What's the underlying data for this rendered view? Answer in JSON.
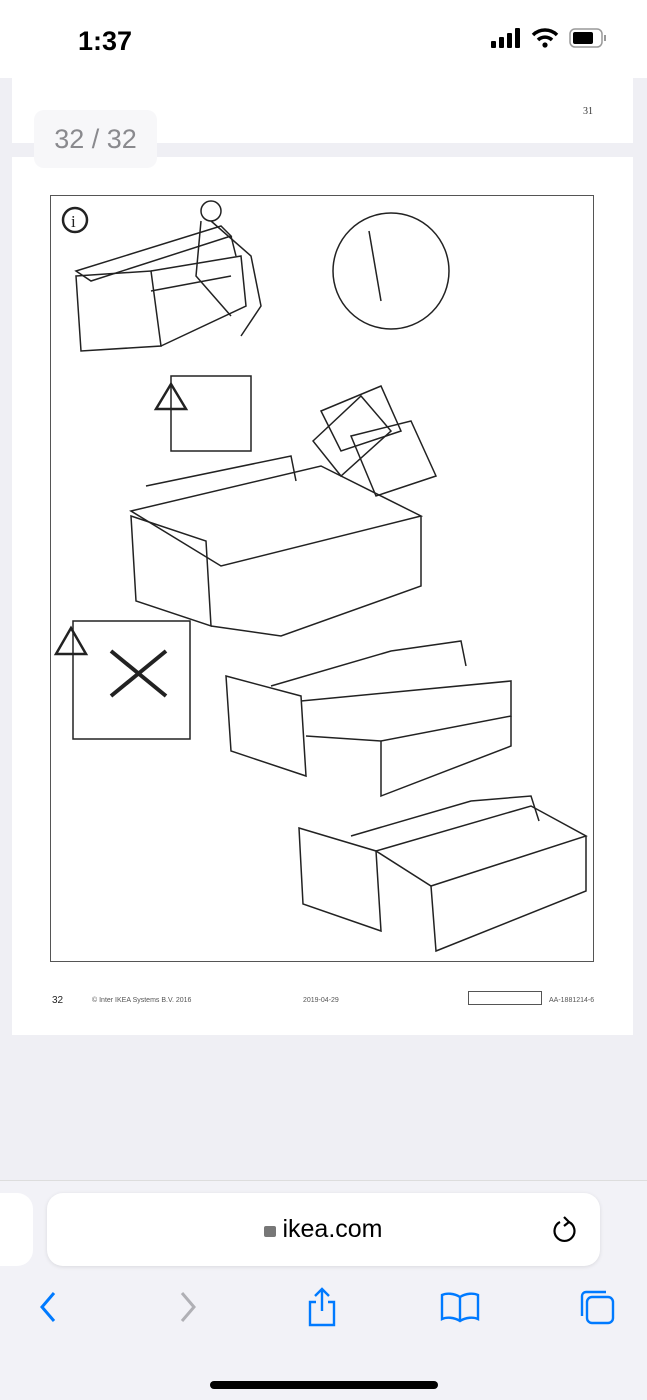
{
  "status_bar": {
    "time": "1:37"
  },
  "document": {
    "page_indicator": "32 / 32",
    "previous_page_number": "31",
    "page": {
      "page_number": "32",
      "copyright": "© Inter IKEA Systems B.V. 2016",
      "date": "2019-04-29",
      "article_code": "AA-1881214-6"
    }
  },
  "browser": {
    "url_host": "ikea.com"
  },
  "colors": {
    "accent": "#007aff"
  }
}
